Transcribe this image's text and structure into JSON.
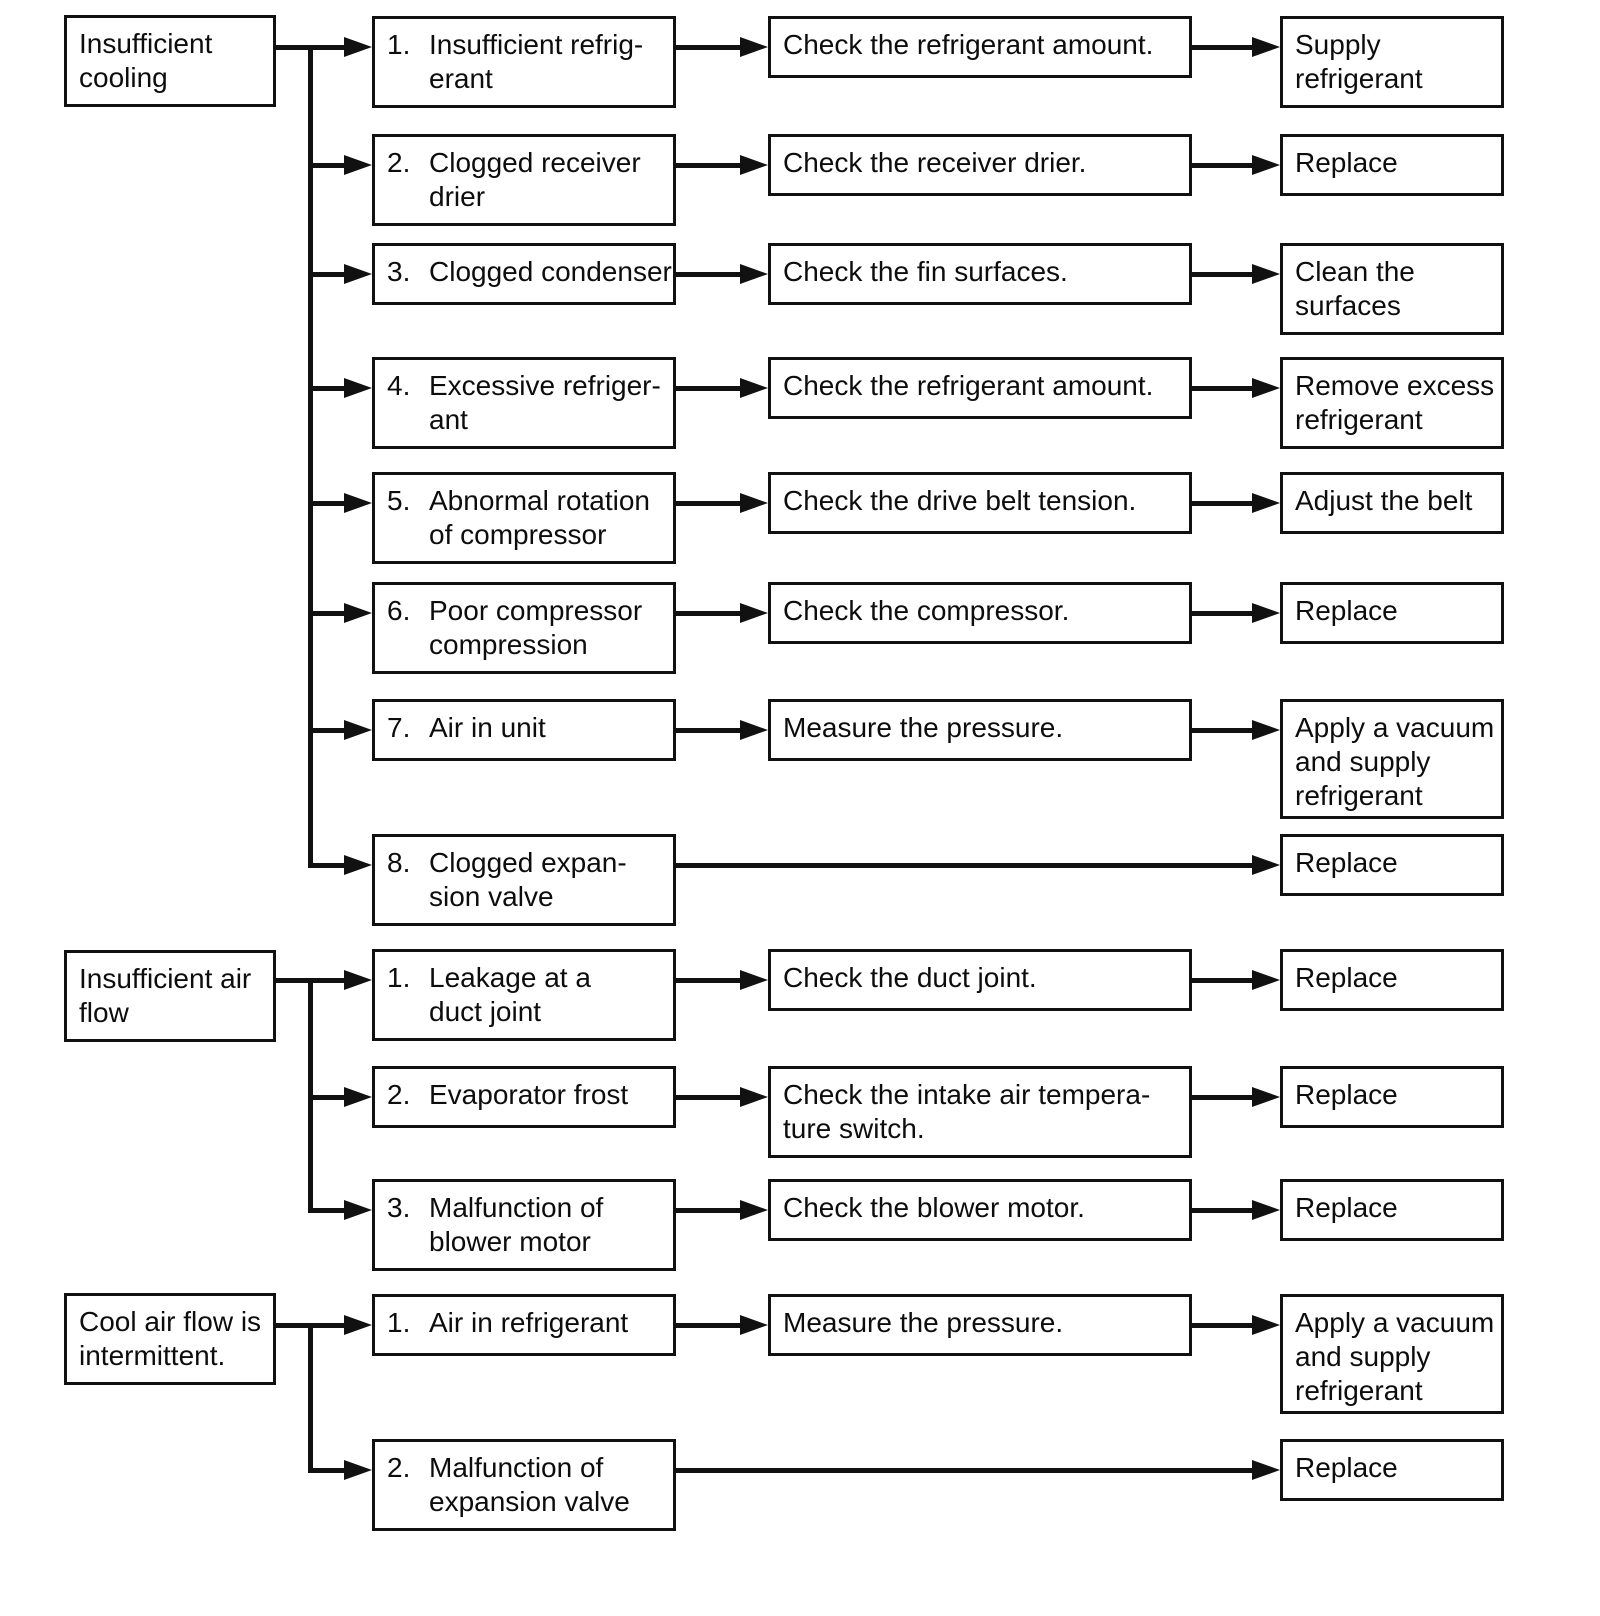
{
  "diagram": {
    "title": "Air conditioning troubleshooting flowchart",
    "colors": {
      "ink": "#111111",
      "paper": "#ffffff"
    },
    "sections": [
      {
        "symptom": "Insufficient\ncooling",
        "rows": [
          {
            "num": "1.",
            "cause": "Insufficient refrig-\nerant",
            "check": "Check the refrigerant amount.",
            "remedy": "Supply\nrefrigerant"
          },
          {
            "num": "2.",
            "cause": "Clogged receiver\ndrier",
            "check": "Check the receiver drier.",
            "remedy": "Replace"
          },
          {
            "num": "3.",
            "cause": "Clogged condenser",
            "check": "Check the fin surfaces.",
            "remedy": "Clean the\nsurfaces"
          },
          {
            "num": "4.",
            "cause": "Excessive refriger-\nant",
            "check": "Check the refrigerant amount.",
            "remedy": "Remove excess\nrefrigerant"
          },
          {
            "num": "5.",
            "cause": "Abnormal rotation\nof compressor",
            "check": "Check the drive belt tension.",
            "remedy": "Adjust the belt"
          },
          {
            "num": "6.",
            "cause": "Poor compressor\ncompression",
            "check": "Check the compressor.",
            "remedy": "Replace"
          },
          {
            "num": "7.",
            "cause": "Air in unit",
            "check": "Measure the pressure.",
            "remedy": "Apply a vacuum\nand supply\nrefrigerant"
          },
          {
            "num": "8.",
            "cause": "Clogged expan-\nsion valve",
            "check": null,
            "remedy": "Replace"
          }
        ]
      },
      {
        "symptom": "Insufficient air\nflow",
        "rows": [
          {
            "num": "1.",
            "cause": "Leakage at a\nduct joint",
            "check": "Check the duct joint.",
            "remedy": "Replace"
          },
          {
            "num": "2.",
            "cause": "Evaporator frost",
            "check": "Check the intake air tempera-\nture switch.",
            "remedy": "Replace"
          },
          {
            "num": "3.",
            "cause": "Malfunction of\nblower motor",
            "check": "Check the blower motor.",
            "remedy": "Replace"
          }
        ]
      },
      {
        "symptom": "Cool air flow is\nintermittent.",
        "rows": [
          {
            "num": "1.",
            "cause": "Air in refrigerant",
            "check": "Measure the pressure.",
            "remedy": "Apply a vacuum\nand supply\nrefrigerant"
          },
          {
            "num": "2.",
            "cause": "Malfunction of\nexpansion valve",
            "check": null,
            "remedy": "Replace"
          }
        ]
      }
    ]
  }
}
